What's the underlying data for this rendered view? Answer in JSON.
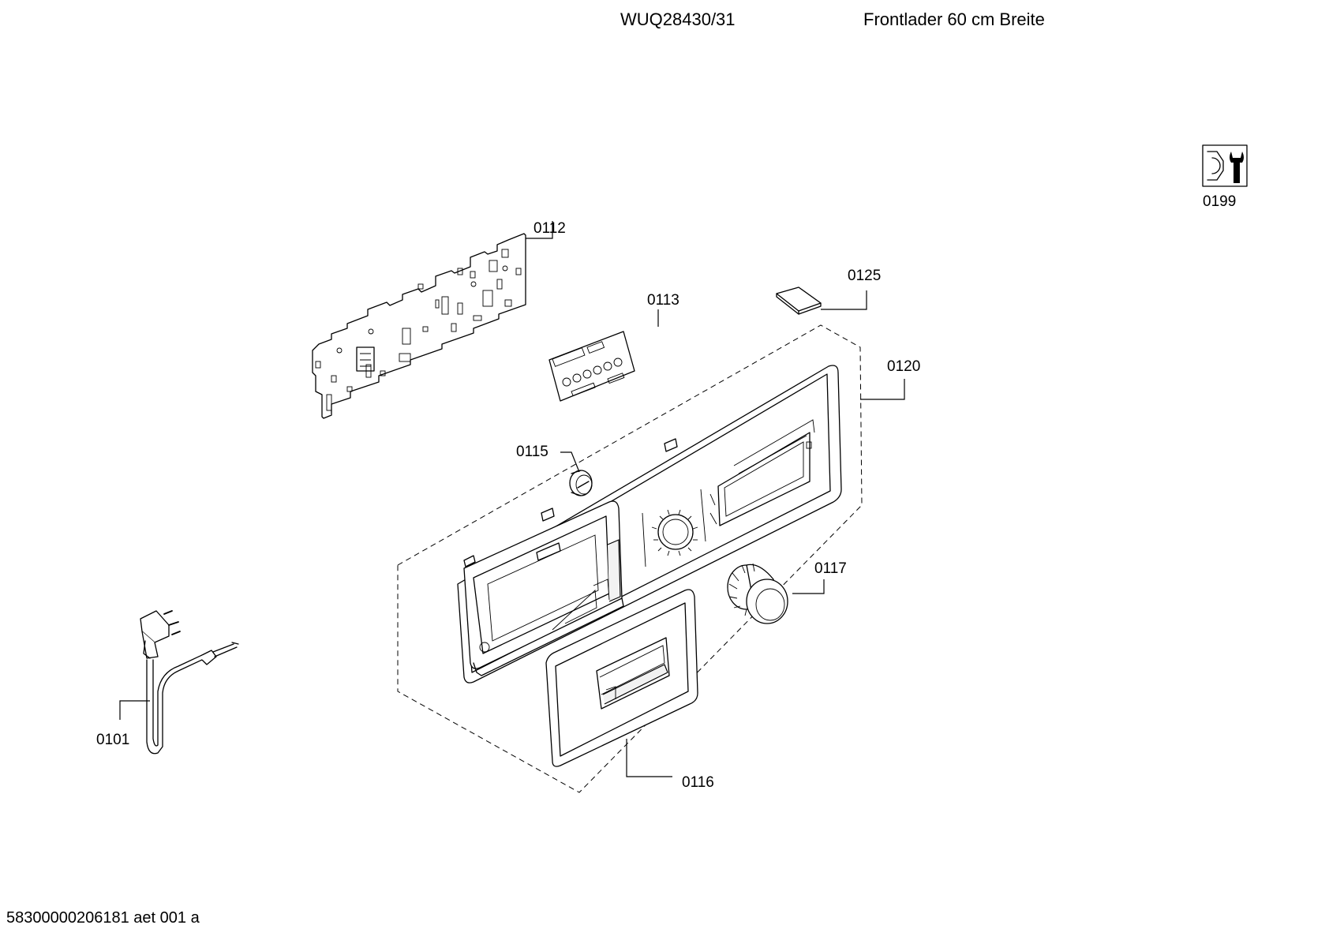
{
  "header": {
    "model": "WUQ28430/31",
    "description": "Frontlader 60 cm Breite"
  },
  "callouts": [
    {
      "id": "0199",
      "label": "0199"
    },
    {
      "id": "0112",
      "label": "0112"
    },
    {
      "id": "0113",
      "label": "0113"
    },
    {
      "id": "0125",
      "label": "0125"
    },
    {
      "id": "0120",
      "label": "0120"
    },
    {
      "id": "0115",
      "label": "0115"
    },
    {
      "id": "0117",
      "label": "0117"
    },
    {
      "id": "0101",
      "label": "0101"
    },
    {
      "id": "0116",
      "label": "0116"
    }
  ],
  "footer": {
    "doc_id": "58300000206181 aet 001 a"
  },
  "icons": {
    "service_kit": "wrench-icon"
  }
}
